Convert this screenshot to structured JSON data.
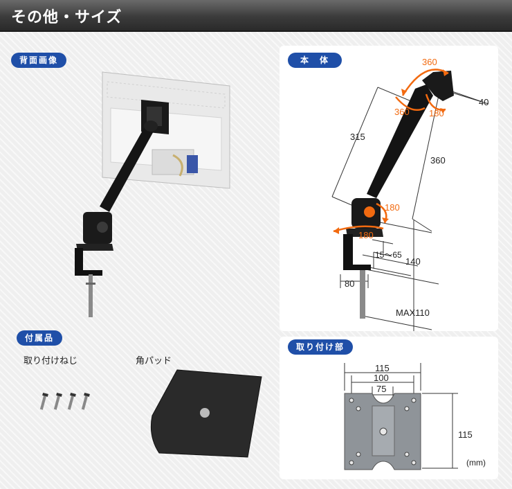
{
  "page": {
    "title": "その他・サイズ"
  },
  "sections": {
    "rear": {
      "badge": "背面画像"
    },
    "body": {
      "badge": "本　体"
    },
    "accessories": {
      "badge": "付属品"
    },
    "mount": {
      "badge": "取り付け部"
    }
  },
  "accessories": {
    "screws_label": "取り付けねじ",
    "pad_label": "角パッド"
  },
  "body_dims": {
    "rot_360_top": "360",
    "rot_360_left": "360",
    "rot_180_right": "180",
    "rot_180_mid": "180",
    "rot_180_base": "180",
    "dim_40": "40",
    "dim_315": "315",
    "dim_360": "360",
    "dim_15_65": "15〜65",
    "dim_140": "140",
    "dim_80": "80",
    "dim_max110": "MAX110"
  },
  "mount_dims": {
    "w115": "115",
    "w100": "100",
    "w75": "75",
    "h115": "115",
    "unit": "(mm)"
  },
  "colors": {
    "accent": "#f26a10",
    "badge": "#1f4fa8",
    "header": "#3b3b3b"
  }
}
